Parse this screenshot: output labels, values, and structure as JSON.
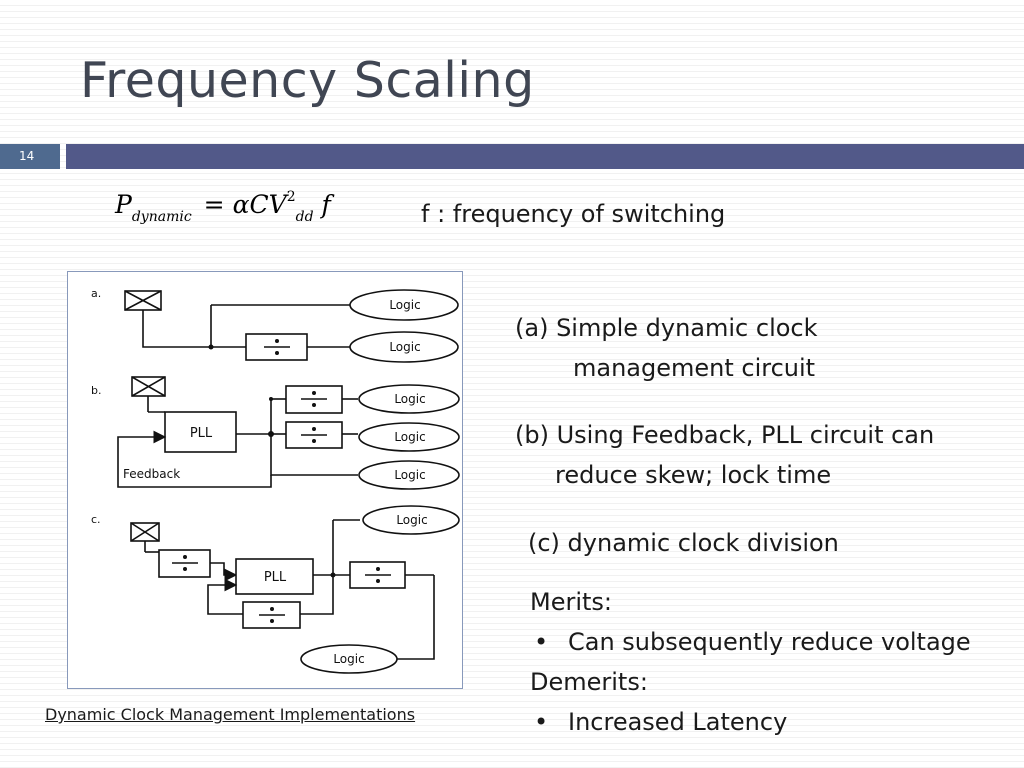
{
  "slide": {
    "title": "Frequency Scaling",
    "number": "14"
  },
  "formula": {
    "p": "P",
    "p_sub": "dynamic",
    "eq": "=",
    "alpha_cv": "αCV",
    "exp": "2",
    "dd": "dd",
    "f": "f",
    "note": "f : frequency of switching"
  },
  "figure": {
    "labels": {
      "a": "a.",
      "b": "b.",
      "c": "c."
    },
    "logic": "Logic",
    "pll": "PLL",
    "feedback": "Feedback",
    "caption": "Dynamic Clock Management Implementations"
  },
  "descriptions": {
    "a_line1": "(a)  Simple dynamic clock",
    "a_line2": "management circuit",
    "b_line1": "(b) Using Feedback, PLL circuit can",
    "b_line2": "reduce skew; lock time",
    "c_line1": "(c) dynamic clock division"
  },
  "merits": {
    "merits_label": "Merits:",
    "merit_1": "Can subsequently reduce voltage",
    "demerits_label": "Demerits:",
    "demerit_1": "Increased Latency",
    "bullet": "•"
  }
}
